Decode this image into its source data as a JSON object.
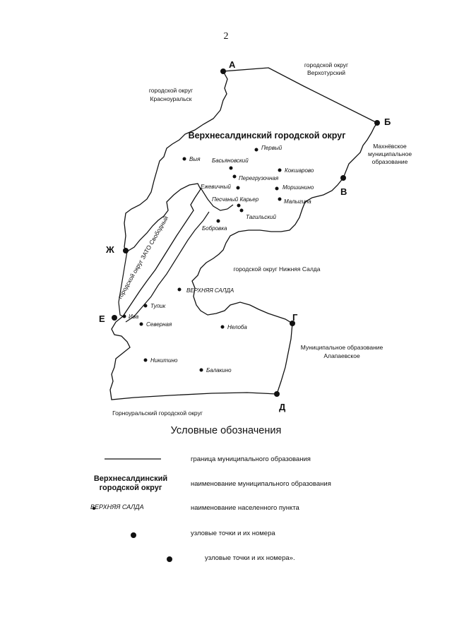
{
  "page_number": "2",
  "map": {
    "title": "Верхнесалдинский городской округ",
    "neighbors": {
      "verkhoturye": [
        "городской округ",
        "Верхотурский"
      ],
      "krasnouralsk": [
        "городской округ",
        "Красноуральск"
      ],
      "makhnevo": [
        "Махнёвское",
        "муниципальное",
        "образование"
      ],
      "svobodny": "городской округ ЗАТО Свободный",
      "nizhnyaya_salda": "городской округ Нижняя Салда",
      "alapaevsk": [
        "Муниципальное образование",
        "Алапаевское"
      ],
      "gornouralsk": "Горноуральский городской округ"
    },
    "points": {
      "a": "А",
      "b": "Б",
      "v": "В",
      "g": "Г",
      "d": "Д",
      "e": "Е",
      "zh": "Ж"
    },
    "settlements": {
      "vyya": "Выя",
      "pervy": "Первый",
      "basyanovsky": "Басьяновский",
      "koksharovo": "Кокшарово",
      "peregruzochnaya": "Перегрузочная",
      "yezhevichny": "Ежевичный",
      "morshinino": "Моршинино",
      "peschany_karier": "Песчаный Карьер",
      "malygina": "Малыгина",
      "tagilsky": "Тагильский",
      "bobrovka": "Бобровка",
      "verkhnyaya_salda": "ВЕРХНЯЯ САЛДА",
      "tupik": "Тупик",
      "iva": "Ива",
      "severnaya": "Северная",
      "neloba": "Нелоба",
      "nikitino": "Никитино",
      "balakino": "Балакино"
    }
  },
  "legend": {
    "title": "Условные обозначения",
    "items": [
      {
        "desc": "граница муниципального образования"
      },
      {
        "sample": [
          "Верхнесалдинский",
          "городской округ"
        ],
        "desc": "наименование муниципального образования"
      },
      {
        "sample": "ВЕРХНЯЯ САЛДА",
        "desc": "наименование населенного пункта"
      },
      {
        "desc": "узловые точки и их номера"
      },
      {
        "desc": "узловые точки и их номера»."
      }
    ]
  }
}
